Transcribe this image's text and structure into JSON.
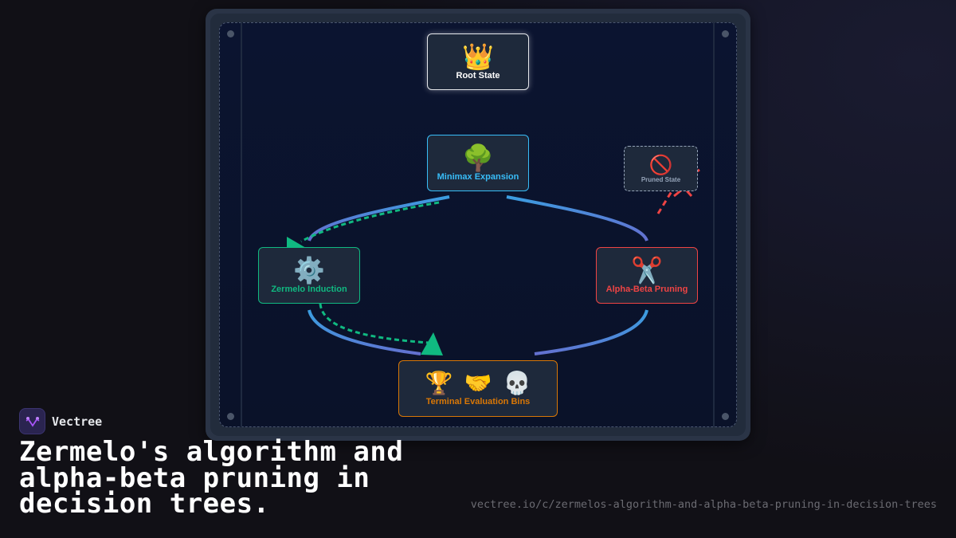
{
  "diagram": {
    "nodes": {
      "root": {
        "icon": "👑",
        "icon_name": "crown-icon",
        "label": "Root State",
        "color": "#ffffff"
      },
      "minimax": {
        "icon": "🌳",
        "icon_name": "tree-icon",
        "label": "Minimax Expansion",
        "color": "#38bdf8"
      },
      "zermelo": {
        "icon": "⚙️",
        "icon_name": "gear-icon",
        "label": "Zermelo Induction",
        "color": "#10b981"
      },
      "alphabeta": {
        "icon": "✂️",
        "icon_name": "scissors-icon",
        "label": "Alpha-Beta Pruning",
        "color": "#ef4444"
      },
      "terminal": {
        "icons": [
          "🏆",
          "🤝",
          "💀"
        ],
        "icon_names": [
          "trophy-icon",
          "handshake-icon",
          "skull-icon"
        ],
        "label": "Terminal Evaluation Bins",
        "color": "#d97706"
      },
      "pruned": {
        "icon": "🚫",
        "icon_name": "prohibited-icon",
        "label": "Pruned State",
        "color": "#94a3b8"
      }
    },
    "edges": [
      {
        "from": "minimax",
        "to": "zermelo",
        "style": "solid-gradient"
      },
      {
        "from": "minimax",
        "to": "alphabeta",
        "style": "solid-gradient"
      },
      {
        "from": "zermelo",
        "to": "terminal",
        "style": "solid-gradient"
      },
      {
        "from": "alphabeta",
        "to": "terminal",
        "style": "solid-gradient"
      },
      {
        "from": "minimax",
        "to": "zermelo",
        "style": "dashed-green-arrow"
      },
      {
        "from": "zermelo",
        "to": "terminal",
        "style": "dashed-green-arrow"
      },
      {
        "from": "alphabeta",
        "to": "pruned",
        "style": "dashed-red-arrow"
      }
    ]
  },
  "brand": {
    "name": "Vectree"
  },
  "title": "Zermelo's algorithm and alpha-beta pruning in decision trees.",
  "url": "vectree.io/c/zermelos-algorithm-and-alpha-beta-pruning-in-decision-trees"
}
